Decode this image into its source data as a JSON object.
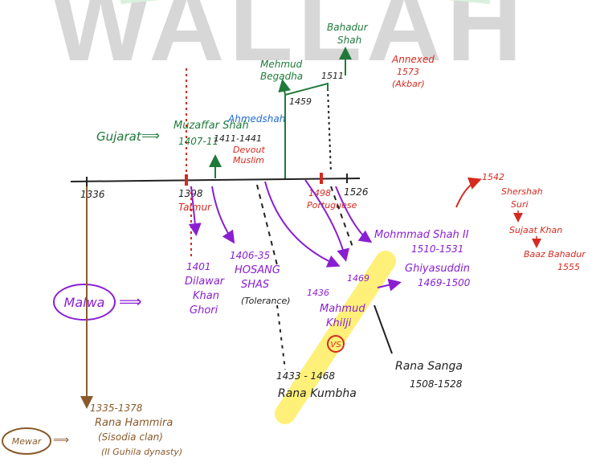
{
  "watermark": {
    "text": "WALLAH",
    "color": "#d7d7d7"
  },
  "colors": {
    "green": "#1f7a3a",
    "red": "#d42a1f",
    "blue": "#1f6bd4",
    "purple": "#8a1fd1",
    "black": "#222222",
    "brown": "#8a5a2b",
    "highlight": "#ffef6b"
  },
  "timeline": {
    "start": "1336",
    "mark_1398": "1398",
    "mark_1498": "1498",
    "end": "1526",
    "timur": "Taimur",
    "portuguese": "Portuguese"
  },
  "gujarat": {
    "label": "Gujarat",
    "arrow": "⟹",
    "muzaffar_name": "Muzaffar Shah",
    "muzaffar_years": "1407-11",
    "ahmed_name": "Ahmedshah",
    "ahmed_years": "1411-1441",
    "devout": "Devout",
    "muslim": "Muslim",
    "begadha_1": "Mehmud",
    "begadha_2": "Begadha",
    "y1459": "1459",
    "y1511": "1511",
    "bahadur_1": "Bahadur",
    "bahadur_2": "Shah",
    "annexed_1": "Annexed",
    "annexed_2": "1573",
    "annexed_3": "(Akbar)"
  },
  "malwa": {
    "label": "Malwa",
    "arrow": "⟹",
    "dilawar_year": "1401",
    "dilawar_1": "Dilawar",
    "dilawar_2": "Khan",
    "dilawar_3": "Ghori",
    "hosang_years": "1406-35",
    "hosang_1": "HOSANG",
    "hosang_2": "SHAS",
    "hosang_3": "(Tolerance)",
    "y1436": "1436",
    "y1469": "1469",
    "mahmud_1": "Mahmud",
    "mahmud_2": "Khilji",
    "ghiyas_name": "Ghiyasuddin",
    "ghiyas_years": "1469-1500",
    "ms2_name": "Mohmmad Shah II",
    "ms2_years": "1510-1531",
    "vs": "VS",
    "sher_1": "1542",
    "sher_2": "Shershah",
    "sher_3": "Suri",
    "sujaat": "Sujaat Khan",
    "baaz_1": "Baaz Bahadur",
    "baaz_2": "1555"
  },
  "mewar": {
    "label": "Mewar",
    "arrow": "⟹",
    "hamira_years": "1335-1378",
    "hamira_name": "Rana Hammira",
    "hamira_clan": "(Sisodia clan)",
    "hamira_dyn": "(II Guhila dynasty)",
    "kumbha_years": "1433 - 1468",
    "kumbha_name": "Rana Kumbha",
    "sanga_name": "Rana Sanga",
    "sanga_years": "1508-1528"
  }
}
